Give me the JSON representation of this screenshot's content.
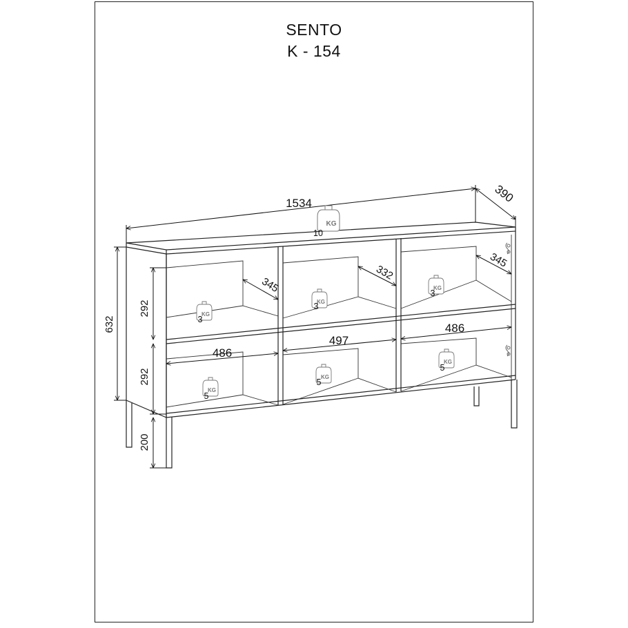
{
  "sheet": {
    "title": "SENTO",
    "code": "K - 154"
  },
  "dimensions": {
    "width": "1534",
    "depth": "390",
    "height": "632",
    "shelf_height_top": "292",
    "shelf_height_bottom": "292",
    "leg_height": "200",
    "depth_left": "345",
    "depth_middle": "332",
    "depth_right": "345",
    "width_left": "486",
    "width_middle": "497",
    "width_right": "486"
  },
  "weights": {
    "top": "10",
    "upper_left": "3",
    "upper_middle": "3",
    "upper_right": "3",
    "lower_left": "5",
    "lower_middle": "5",
    "lower_right": "5",
    "unit": "KG"
  }
}
